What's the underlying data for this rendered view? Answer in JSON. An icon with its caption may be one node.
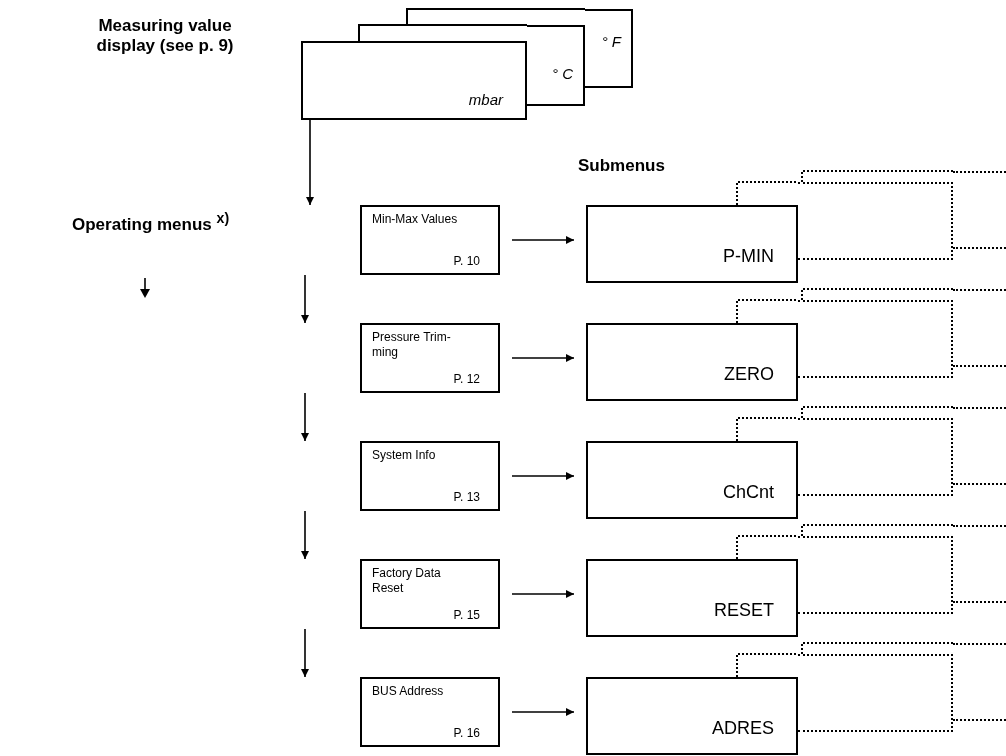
{
  "diagram": {
    "nodes": [
      {
        "text": [
          "mbar"
        ]
      },
      {
        "text": [
          "° C"
        ]
      },
      {
        "text": [
          "° F"
        ]
      },
      {
        "text": [
          "Min-Max Values",
          "P. 10"
        ]
      },
      {
        "text": [
          "Pressure Trim-ming",
          "P. 12"
        ]
      },
      {
        "text": [
          "System Info",
          "P. 13"
        ]
      },
      {
        "text": [
          "Factory Data Reset",
          "P. 15"
        ]
      },
      {
        "text": [
          "BUS Address",
          "P. 16"
        ]
      },
      {
        "text": [
          "P-MIN"
        ]
      },
      {
        "text": [
          "ZERO"
        ]
      },
      {
        "text": [
          "ChCnt"
        ]
      },
      {
        "text": [
          "RESET"
        ]
      },
      {
        "text": [
          "ADRES"
        ]
      },
      {
        "text": [],
        "shape": "box"
      },
      {
        "text": [],
        "shape": "box"
      },
      {
        "text": [],
        "shape": "box"
      },
      {
        "text": [],
        "shape": "box"
      },
      {
        "text": [],
        "shape": "box"
      },
      {
        "text": [],
        "shape": "box"
      },
      {
        "text": [],
        "shape": "box"
      },
      {
        "text": [],
        "shape": "box"
      },
      {
        "text": [],
        "shape": "box"
      },
      {
        "text": [],
        "shape": "box"
      }
    ],
    "edges": [
      {
        "from": 0,
        "to": 3,
        "arrow": "to"
      },
      {
        "from": 3,
        "to": 4,
        "arrow": "to"
      },
      {
        "from": 4,
        "to": 5,
        "arrow": "to"
      },
      {
        "from": 5,
        "to": 6,
        "arrow": "to"
      },
      {
        "from": 6,
        "to": 7,
        "arrow": "to"
      },
      {
        "from": 3,
        "to": 8,
        "arrow": "to"
      },
      {
        "from": 4,
        "to": 9,
        "arrow": "to"
      },
      {
        "from": 5,
        "to": 10,
        "arrow": "to"
      },
      {
        "from": 6,
        "to": 11,
        "arrow": "to"
      },
      {
        "from": 7,
        "to": 12,
        "arrow": "to"
      }
    ],
    "labels": [
      "Measuring value display (see p. 9)",
      "Operating menus $^{x)}$",
      "Submenus"
    ]
  }
}
